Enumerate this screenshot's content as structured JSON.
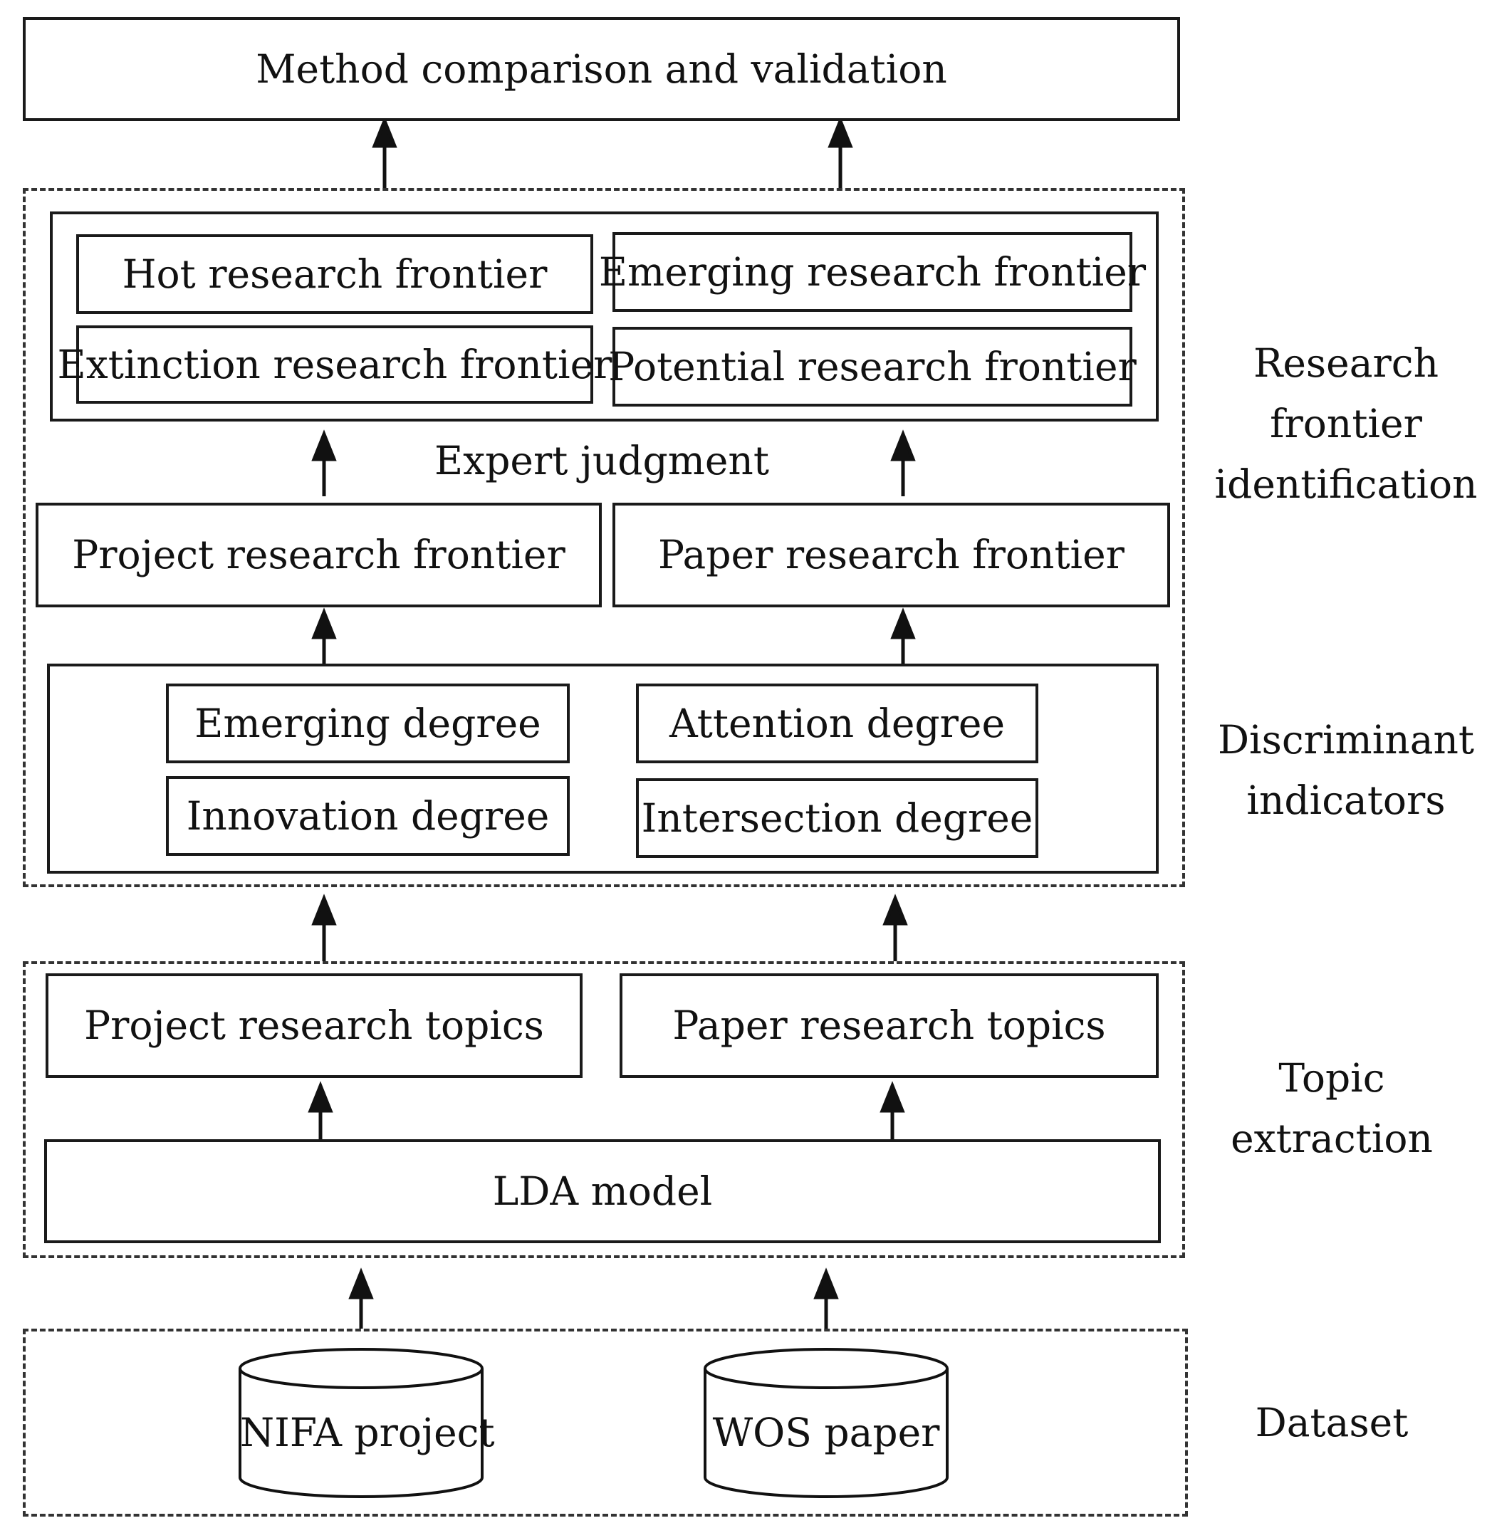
{
  "top": {
    "label": "Method comparison and validation"
  },
  "frontiers": {
    "hot": "Hot research frontier",
    "emerging": "Emerging research frontier",
    "extinction": "Extinction research frontier",
    "potential": "Potential research frontier"
  },
  "expert_judgment": "Expert judgment",
  "project_frontier": "Project research frontier",
  "paper_frontier": "Paper research frontier",
  "indicators": {
    "emerging_degree": "Emerging degree",
    "attention_degree": "Attention degree",
    "innovation_degree": "Innovation degree",
    "intersection_degree": "Intersection degree"
  },
  "topics": {
    "project": "Project research topics",
    "paper": "Paper research topics",
    "lda": "LDA model"
  },
  "datasets": {
    "nifa": "NIFA project",
    "wos": "WOS paper"
  },
  "side_labels": {
    "research_frontier": "Research\nfrontier\nidentification",
    "discriminant": "Discriminant\nindicators",
    "topic": "Topic\nextraction",
    "dataset": "Dataset"
  }
}
